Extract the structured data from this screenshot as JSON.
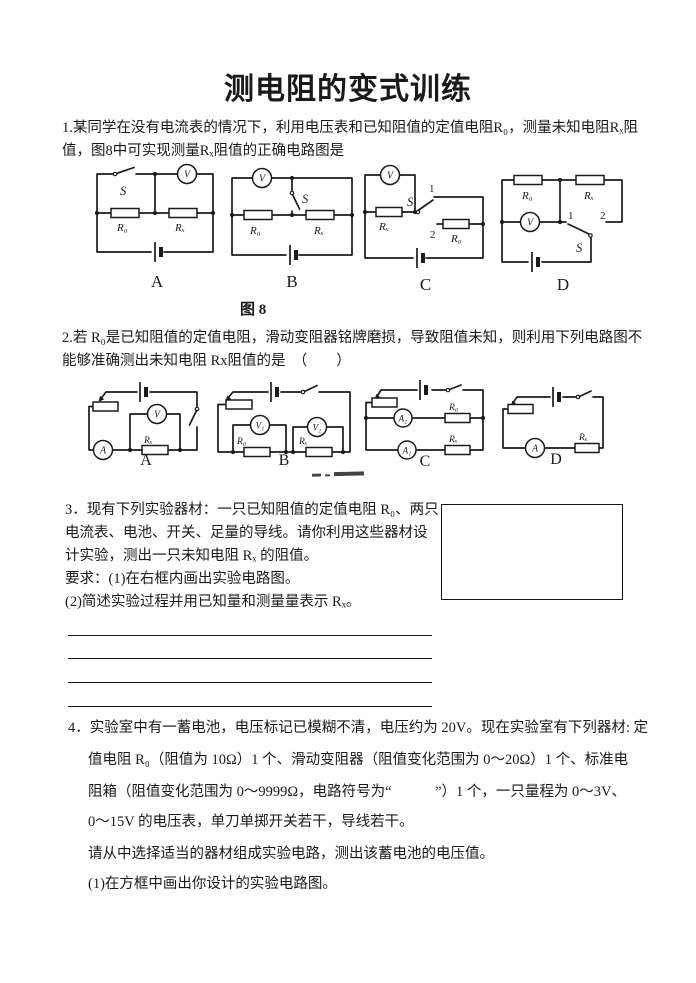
{
  "title": "测电阻的变式训练",
  "figure8": {
    "caption": "图 8"
  },
  "q1": {
    "lines": [
      "1.某同学在没有电流表的情况下，利用电压表和已知阻值的定值电阻R₀，测量未知电阻Rₓ阻",
      "值，图8中可实现测量Rₓ阻值的正确电路图是"
    ]
  },
  "q2": {
    "lines": [
      "2.若 R₀是已知阻值的定值电阻，滑动变阻器铭牌磨损，导致阻值未知，则利用下列电路图不",
      "能够准确测出未知电阻 Rx阻值的是　（　　）"
    ]
  },
  "q3": {
    "lines": [
      "3．现有下列实验器材：一只已知阻值的定值电阻 R₀、两只",
      "电流表、电池、开关、足量的导线。请你利用这些器材设",
      "计实验，测出一只未知电阻 Rₓ 的阻值。",
      "要求：(1)在右框内画出实验电路图。",
      "(2)简述实验过程并用已知量和测量量表示 Rₓ。"
    ]
  },
  "q4": {
    "lines": [
      "4．实验室中有一蓄电池，电压标记已模糊不清，电压约为 20V。现在实验室有下列器材: 定",
      "值电阻 R₀（阻值为 10Ω）1 个、滑动变阻器（阻值变化范围为 0～20Ω）1 个、标准电",
      "阻箱（阻值变化范围为 0～9999Ω，电路符号为“　　　”）1 个，一只量程为 0～3V、",
      "0～15V 的电压表，单刀单掷开关若干，导线若干。",
      "请从中选择适当的器材组成实验电路，测出该蓄电池的电压值。",
      "(1)在方框中画出你设计的实验电路图。"
    ]
  },
  "circuits": {
    "row1": [
      {
        "label": "A",
        "s": "S",
        "v": "V",
        "r0": "R₀",
        "rx": "Rₓ"
      },
      {
        "label": "B",
        "s": "S",
        "v": "V",
        "r0": "R₀",
        "rx": "Rₓ"
      },
      {
        "label": "C",
        "s": "S",
        "v": "V",
        "r0": "R₀",
        "rx": "Rₓ",
        "c1": "1",
        "c2": "2"
      },
      {
        "label": "D",
        "s": "S",
        "v": "V",
        "r0": "R₀",
        "rx": "Rₓ",
        "c1": "1",
        "c2": "2"
      }
    ],
    "row2": [
      {
        "label": "A",
        "a": "A",
        "v": "V",
        "rx": "Rₓ"
      },
      {
        "label": "B",
        "v1": "V₁",
        "v2": "V₂",
        "r0": "R₀",
        "rx": "Rₓ"
      },
      {
        "label": "C",
        "a1": "A₁",
        "a2": "A₂",
        "r0": "R₀",
        "rx": "Rₓ"
      },
      {
        "label": "D",
        "a": "A",
        "rx": "Rₓ"
      }
    ]
  }
}
